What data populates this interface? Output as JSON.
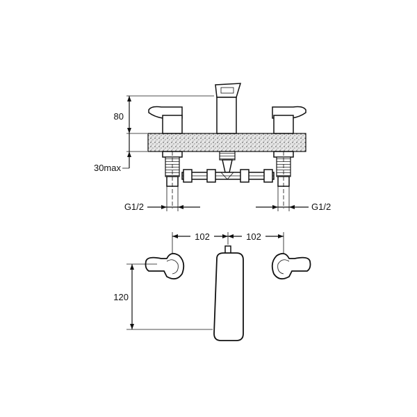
{
  "dimensions": {
    "height_above_deck": "80",
    "max_deck_thickness": "30max",
    "left_connection": "G1/2",
    "right_connection": "G1/2",
    "left_spacing": "102",
    "right_spacing": "102",
    "projection": "120"
  },
  "colors": {
    "line": "#111111",
    "background": "#ffffff",
    "countertop_fill": "#d8d8d8"
  }
}
